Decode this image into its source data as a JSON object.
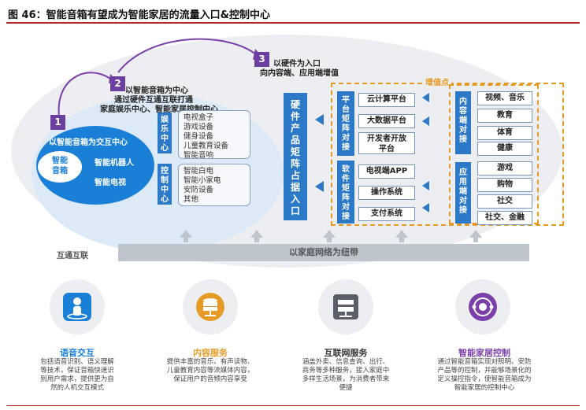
{
  "figure": {
    "title": "图 46：智能音箱有望成为智能家居的流量入口&控制中心"
  },
  "steps": [
    {
      "num": "1",
      "label": "以智能音箱为交互中心"
    },
    {
      "num": "2",
      "label_lines": [
        "以智能音箱为中心",
        "通过硬件互通互联打通",
        "家庭娱乐中心、智能家居控制中心"
      ]
    },
    {
      "num": "3",
      "label_lines": [
        "以硬件为入口",
        "向内容端、应用端增值"
      ]
    }
  ],
  "center": {
    "speaker": [
      "智能",
      "音箱"
    ],
    "robot": "智能机器人",
    "tv": "智能电视"
  },
  "entertainment": {
    "label": [
      "娱",
      "乐",
      "中",
      "心"
    ],
    "items": [
      "电视盒子",
      "游戏设备",
      "健身设备",
      "儿童教育设备",
      "智能音响"
    ]
  },
  "control": {
    "label": [
      "控",
      "制",
      "中",
      "心"
    ],
    "items": [
      "智能白电",
      "智能小家电",
      "安防设备",
      "其他"
    ]
  },
  "hardware": {
    "label": [
      "硬",
      "件",
      "产",
      "品",
      "矩",
      "阵",
      "占",
      "据",
      "入",
      "口"
    ]
  },
  "platform": {
    "label": [
      "平",
      "台",
      "矩",
      "阵",
      "对",
      "接"
    ],
    "items": [
      "云计算平台",
      "大数据平台",
      "开发者开放平台"
    ]
  },
  "software": {
    "label": [
      "软",
      "件",
      "矩",
      "阵",
      "对",
      "接"
    ],
    "items": [
      "电视端APP",
      "操作系统",
      "支付系统"
    ]
  },
  "value_added": "增值点",
  "content_side": {
    "label": [
      "内",
      "容",
      "端",
      "对",
      "接"
    ],
    "items": [
      "视频、音乐",
      "教育",
      "体育",
      "健康"
    ]
  },
  "app_side": {
    "label": [
      "应",
      "用",
      "端",
      "对",
      "接"
    ],
    "items": [
      "游戏",
      "购物",
      "社交",
      "社交、金融"
    ]
  },
  "bottom_band": {
    "left": "互通互联",
    "center": "以家庭网络为纽带"
  },
  "services": [
    {
      "title": "语音交互",
      "title_color": "#1a7fd6",
      "icon": "person-icon",
      "desc": "包括语音识别、语义理解等技术，保证音箱快速识别用户需求，提供更为自然的人机交互模式"
    },
    {
      "title": "内容服务",
      "title_color": "#e69b27",
      "icon": "database-icon",
      "desc": "提供丰富的音乐、有声读物、儿童教育内容等流媒体内容，保证用户的音频内容享受"
    },
    {
      "title": "互联网服务",
      "title_color": "#333333",
      "icon": "server-icon",
      "desc": "涵盖外卖、信息查询、出行、商务等多种服务，接入家庭中多样生活场景，为消费者带来便捷"
    },
    {
      "title": "智能家居控制",
      "title_color": "#7a3fa8",
      "icon": "home-network-icon",
      "desc": "通过智能音箱实现对照明、安防产品等的控制，并能够场景化的定义操控指令，使智能音箱成为智能家居的控制中心"
    }
  ]
}
